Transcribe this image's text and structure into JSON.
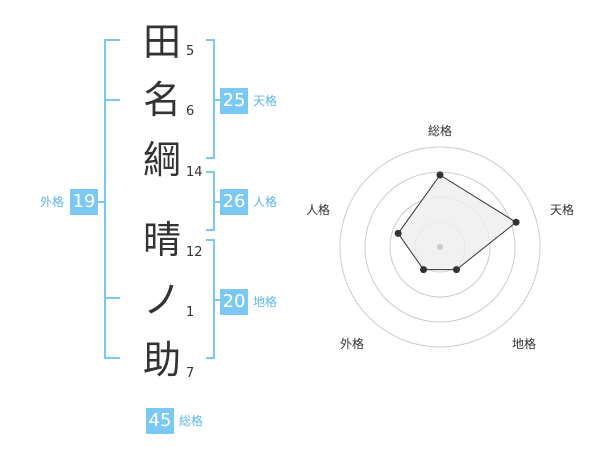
{
  "name": {
    "chars": [
      {
        "char": "田",
        "strokes": "5"
      },
      {
        "char": "名",
        "strokes": "6"
      },
      {
        "char": "綱",
        "strokes": "14"
      },
      {
        "char": "晴",
        "strokes": "12"
      },
      {
        "char": "ノ",
        "strokes": "1"
      },
      {
        "char": "助",
        "strokes": "7"
      }
    ]
  },
  "fortunes": {
    "tenkaku": {
      "value": "25",
      "label": "天格"
    },
    "jinkaku": {
      "value": "26",
      "label": "人格"
    },
    "chikaku": {
      "value": "20",
      "label": "地格"
    },
    "gaikaku": {
      "value": "19",
      "label": "外格"
    },
    "soukaku": {
      "value": "45",
      "label": "総格"
    }
  },
  "radar": {
    "axis_labels": {
      "top": "総格",
      "right": "天格",
      "bottom_right": "地格",
      "bottom_left": "外格",
      "left": "人格"
    },
    "colors": {
      "fill": "#eeeeee",
      "stroke": "#333333",
      "grid": "#cccccc",
      "accent": "#7cc8f4"
    }
  },
  "chart_data": {
    "type": "radar",
    "categories": [
      "総格",
      "天格",
      "地格",
      "外格",
      "人格"
    ],
    "values": [
      0.72,
      0.8,
      0.28,
      0.28,
      0.44
    ],
    "rings": 4
  }
}
